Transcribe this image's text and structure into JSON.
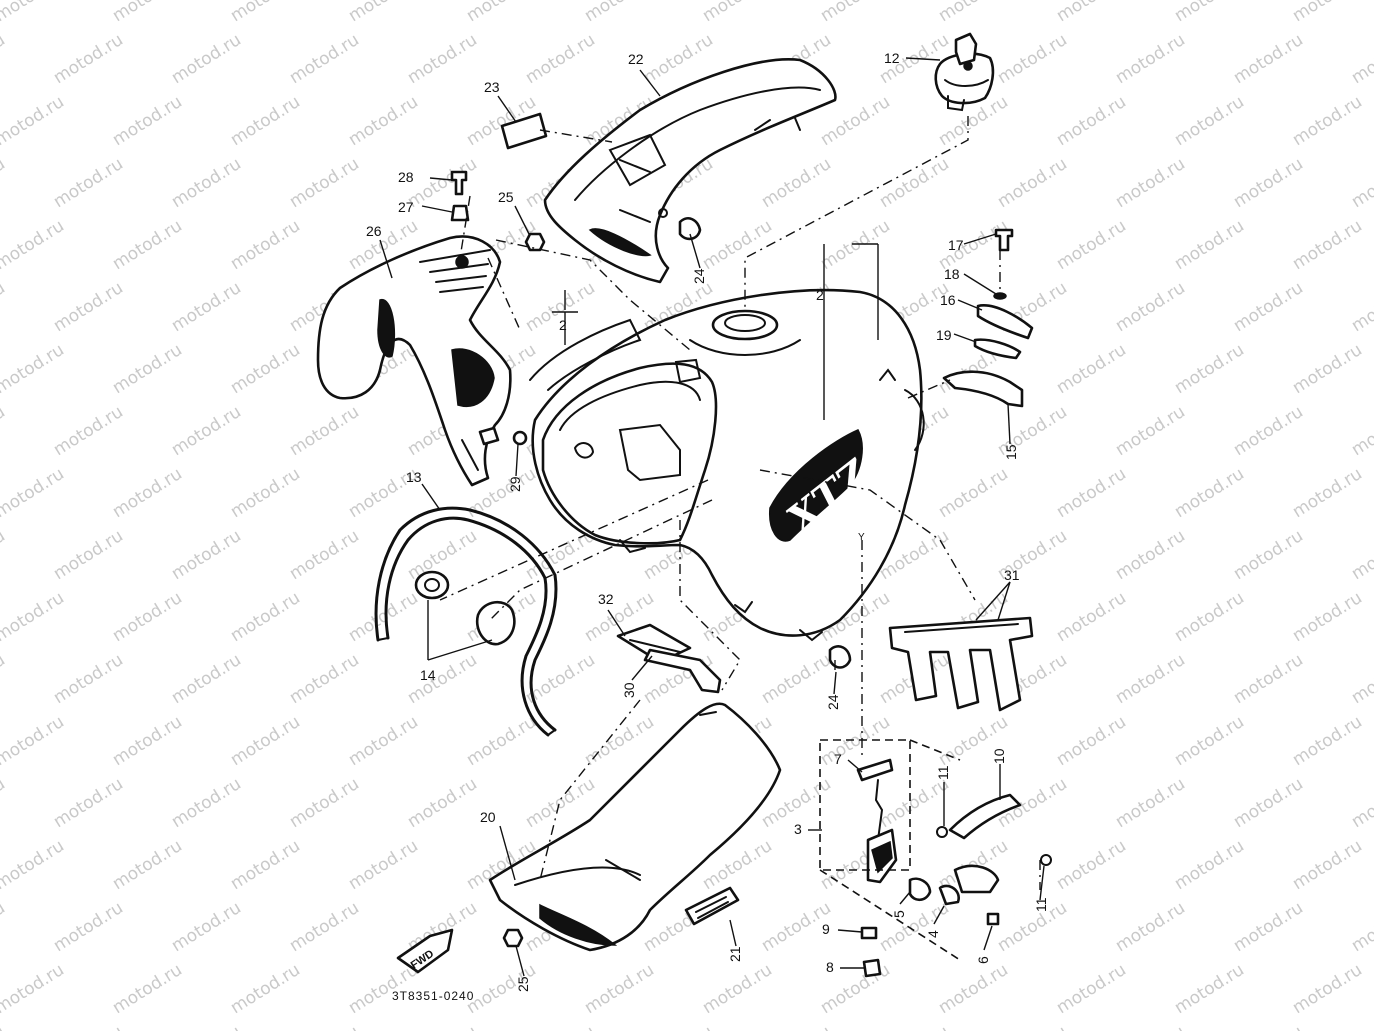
{
  "watermark": "motod.ru",
  "fwd_label": "FWD",
  "emblem_text": "XTZ",
  "drawing_code": "3T8351-0240",
  "callouts": {
    "c2a": "2",
    "c2b": "2",
    "c3": "3",
    "c4": "4",
    "c5": "5",
    "c6": "6",
    "c7": "7",
    "c8": "8",
    "c9": "9",
    "c10": "10",
    "c11a": "11",
    "c11b": "11",
    "c12": "12",
    "c13": "13",
    "c14": "14",
    "c15": "15",
    "c16": "16",
    "c17": "17",
    "c18": "18",
    "c19": "19",
    "c20": "20",
    "c21": "21",
    "c22": "22",
    "c23": "23",
    "c24a": "24",
    "c24b": "24",
    "c25a": "25",
    "c25b": "25",
    "c26": "26",
    "c27": "27",
    "c28": "28",
    "c29": "29",
    "c30": "30",
    "c31": "31",
    "c32": "32",
    "cY": "Y"
  }
}
